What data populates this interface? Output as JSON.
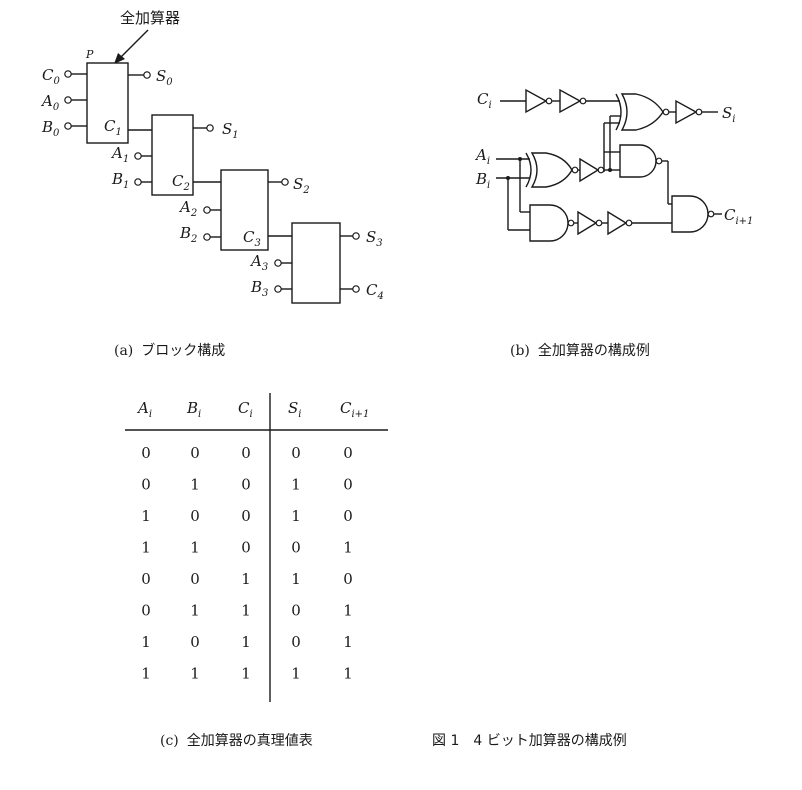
{
  "diagram_a": {
    "annotation": "全加算器",
    "p_label": "P",
    "c0": "C",
    "c0_sub": "0",
    "a0": "A",
    "a0_sub": "0",
    "b0": "B",
    "b0_sub": "0",
    "s0": "S",
    "s0_sub": "0",
    "c1": "C",
    "c1_sub": "1",
    "a1": "A",
    "a1_sub": "1",
    "b1": "B",
    "b1_sub": "1",
    "s1": "S",
    "s1_sub": "1",
    "c2": "C",
    "c2_sub": "2",
    "a2": "A",
    "a2_sub": "2",
    "b2": "B",
    "b2_sub": "2",
    "s2": "S",
    "s2_sub": "2",
    "c3": "C",
    "c3_sub": "3",
    "a3": "A",
    "a3_sub": "3",
    "b3": "B",
    "b3_sub": "3",
    "s3": "S",
    "s3_sub": "3",
    "c4": "C",
    "c4_sub": "4",
    "caption_prefix": "(a)",
    "caption_text": "ブロック構成"
  },
  "diagram_b": {
    "ci": "C",
    "ci_sub": "i",
    "ai": "A",
    "ai_sub": "i",
    "bi": "B",
    "bi_sub": "i",
    "si": "S",
    "si_sub": "i",
    "cout": "C",
    "cout_sub": "i+1",
    "caption_prefix": "(b)",
    "caption_text": "全加算器の構成例"
  },
  "truth_table": {
    "headers": [
      {
        "main": "A",
        "sub": "i"
      },
      {
        "main": "B",
        "sub": "i"
      },
      {
        "main": "C",
        "sub": "i"
      },
      {
        "main": "S",
        "sub": "i"
      },
      {
        "main": "C",
        "sub": "i+1"
      }
    ],
    "rows": [
      [
        "0",
        "0",
        "0",
        "0",
        "0"
      ],
      [
        "0",
        "1",
        "0",
        "1",
        "0"
      ],
      [
        "1",
        "0",
        "0",
        "1",
        "0"
      ],
      [
        "1",
        "1",
        "0",
        "0",
        "1"
      ],
      [
        "0",
        "0",
        "1",
        "1",
        "0"
      ],
      [
        "0",
        "1",
        "1",
        "0",
        "1"
      ],
      [
        "1",
        "0",
        "1",
        "0",
        "1"
      ],
      [
        "1",
        "1",
        "1",
        "1",
        "1"
      ]
    ],
    "caption_prefix": "(c)",
    "caption_text": "全加算器の真理値表"
  },
  "figure_caption": "図 1　4 ビット加算器の構成例"
}
